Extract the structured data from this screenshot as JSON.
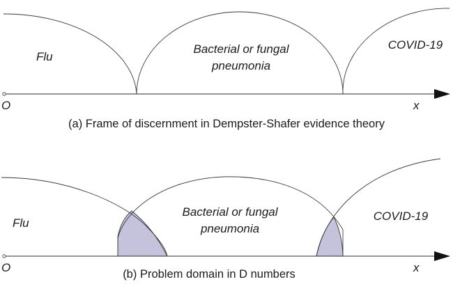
{
  "panel_a": {
    "regions": [
      "Flu",
      "Bacterial or fungal",
      "pneumonia",
      "COVID-19"
    ],
    "origin_label": "O",
    "axis_label": "x",
    "caption": "(a) Frame of discernment in Dempster-Shafer evidence theory"
  },
  "panel_b": {
    "regions": [
      "Flu",
      "Bacterial or fungal",
      "pneumonia",
      "COVID-19"
    ],
    "origin_label": "O",
    "axis_label": "x",
    "caption": "(b) Problem domain in D numbers"
  },
  "colors": {
    "overlap_fill": "#c5c3dc",
    "line": "#3a3a3a"
  }
}
